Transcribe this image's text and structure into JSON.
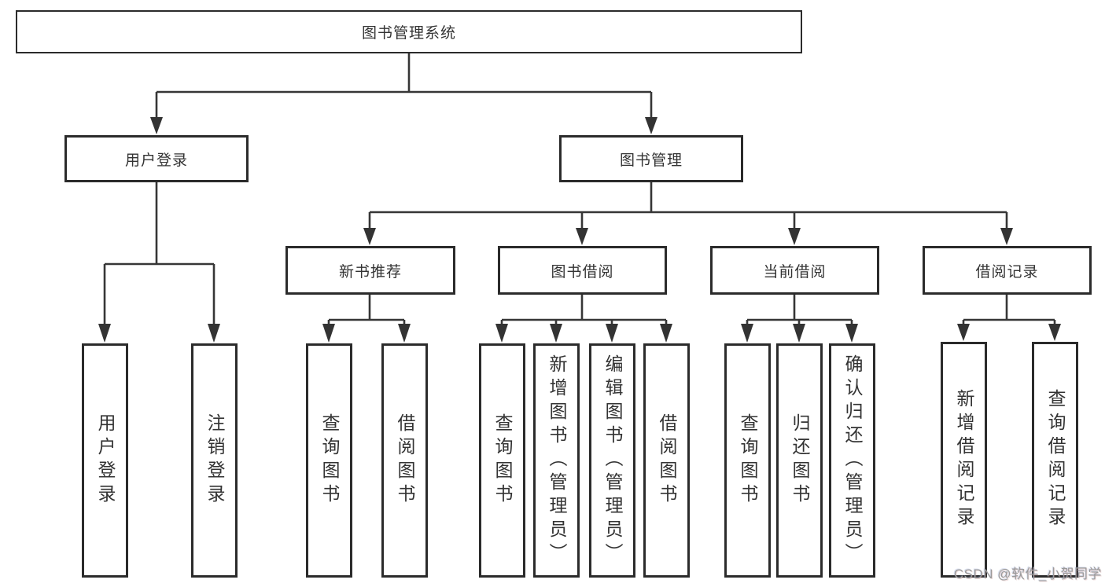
{
  "diagram": {
    "title_hint": "functional-structure-tree",
    "colors": {
      "line": "#363636",
      "box_border": "#2b2b2b",
      "text": "#333333",
      "watermark": "#9a9a9a",
      "background": "#ffffff"
    },
    "root": {
      "label": "图书管理系统"
    },
    "branches": [
      {
        "label": "用户登录",
        "children": [
          {
            "label": "用户登录"
          },
          {
            "label": "注销登录"
          }
        ]
      },
      {
        "label": "图书管理",
        "children": [
          {
            "label": "新书推荐",
            "children": [
              {
                "label": "查询图书"
              },
              {
                "label": "借阅图书"
              }
            ]
          },
          {
            "label": "图书借阅",
            "children": [
              {
                "label": "查询图书"
              },
              {
                "label": "新增图书（管理员）"
              },
              {
                "label": "编辑图书（管理员）"
              },
              {
                "label": "借阅图书"
              }
            ]
          },
          {
            "label": "当前借阅",
            "children": [
              {
                "label": "查询图书"
              },
              {
                "label": "归还图书"
              },
              {
                "label": "确认归还（管理员）"
              }
            ]
          },
          {
            "label": "借阅记录",
            "children": [
              {
                "label": "新增借阅记录"
              },
              {
                "label": "查询借阅记录"
              }
            ]
          }
        ]
      }
    ]
  },
  "watermark": {
    "text": "CSDN @软件_小贺同学"
  }
}
